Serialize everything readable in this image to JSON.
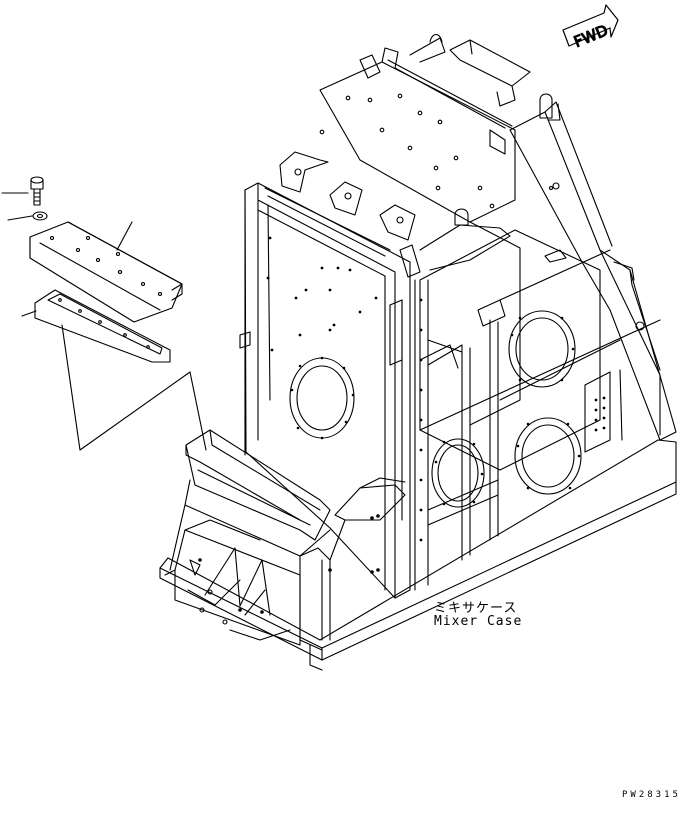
{
  "diagram": {
    "part_name_jp": "ミキサケース",
    "part_name_en": "Mixer Case",
    "direction_label": "FWD",
    "drawing_number": "PW28315"
  },
  "colors": {
    "line": "#000000",
    "background": "#ffffff"
  }
}
